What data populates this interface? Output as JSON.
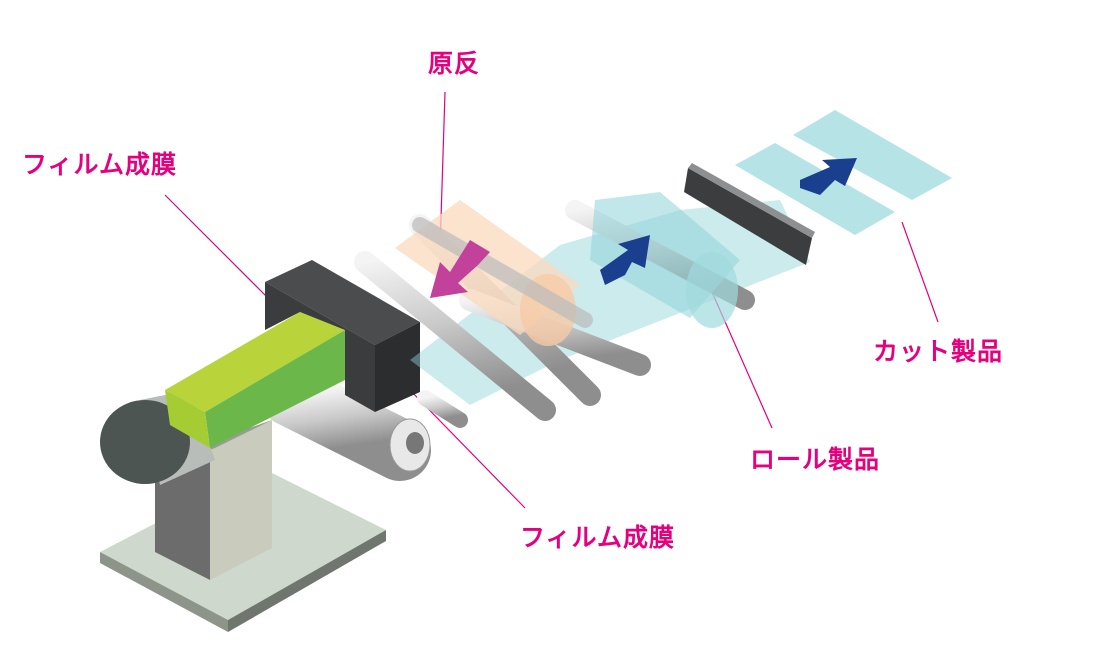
{
  "colors": {
    "label": "#e4007f",
    "film_blue": "#8fd3d8",
    "film_orange": "#f9d9bd",
    "arrow_blue": "#1a3f8f",
    "arrow_pink": "#c2419a",
    "extruder_green": "#a6cc34"
  },
  "labels": {
    "raw_film": "原反",
    "film_forming_top": "フィルム成膜",
    "film_forming_bottom": "フィルム成膜",
    "roll_product": "ロール製品",
    "cut_product": "カット製品"
  }
}
